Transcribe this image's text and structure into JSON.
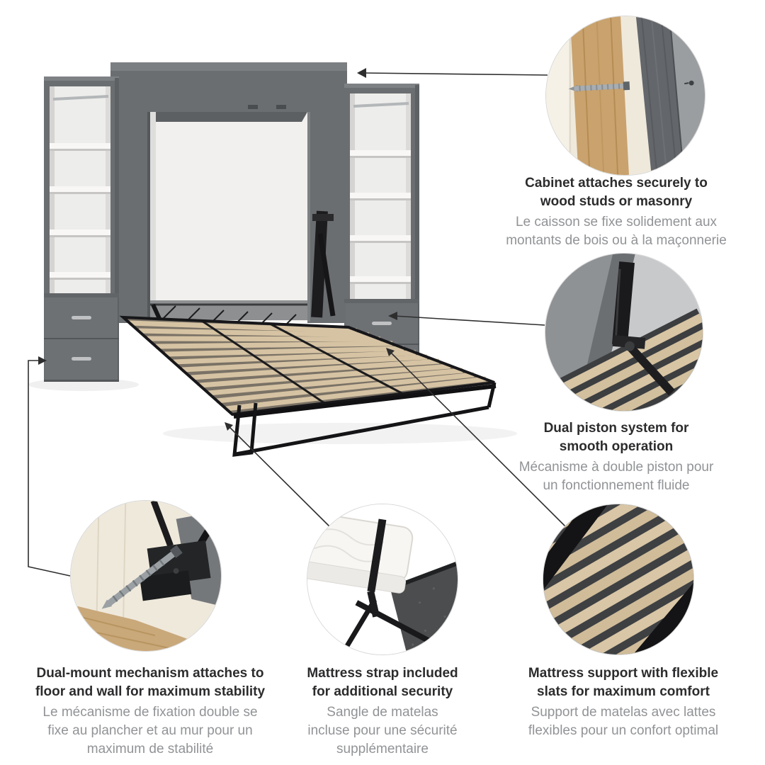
{
  "palette": {
    "background": "#ffffff",
    "cabinet_gray": "#6b6e71",
    "shelf_white": "#f1f0ee",
    "slat_wood": "#d6c3a3",
    "metal_black": "#161618",
    "stud_wood": "#c9a26e",
    "leader_line": "#2e2e2e",
    "heading_text": "#2c2c2e",
    "subtext_gray": "#919396"
  },
  "callouts": [
    {
      "id": "cabinet-mount",
      "title_en": "Cabinet attaches securely to\nwood studs or masonry",
      "title_fr": "Le caisson se fixe solidement aux\nmontants de bois ou à la maçonnerie"
    },
    {
      "id": "dual-piston",
      "title_en": "Dual piston system for\nsmooth operation",
      "title_fr": "Mécanisme à double piston pour\nun fonctionnement fluide"
    },
    {
      "id": "dual-mount",
      "title_en": "Dual-mount mechanism attaches to\nfloor and wall for maximum stability",
      "title_fr": "Le mécanisme de fixation double se\nfixe au plancher et au mur pour un\nmaximum de stabilité"
    },
    {
      "id": "mattress-strap",
      "title_en": "Mattress strap included\nfor additional security",
      "title_fr": "Sangle de matelas\nincluse pour une sécurité\nsupplémentaire"
    },
    {
      "id": "flexible-slats",
      "title_en": "Mattress support with flexible\nslats for maximum comfort",
      "title_fr": "Support de matelas avec lattes\nflexibles pour un confort optimal"
    }
  ]
}
